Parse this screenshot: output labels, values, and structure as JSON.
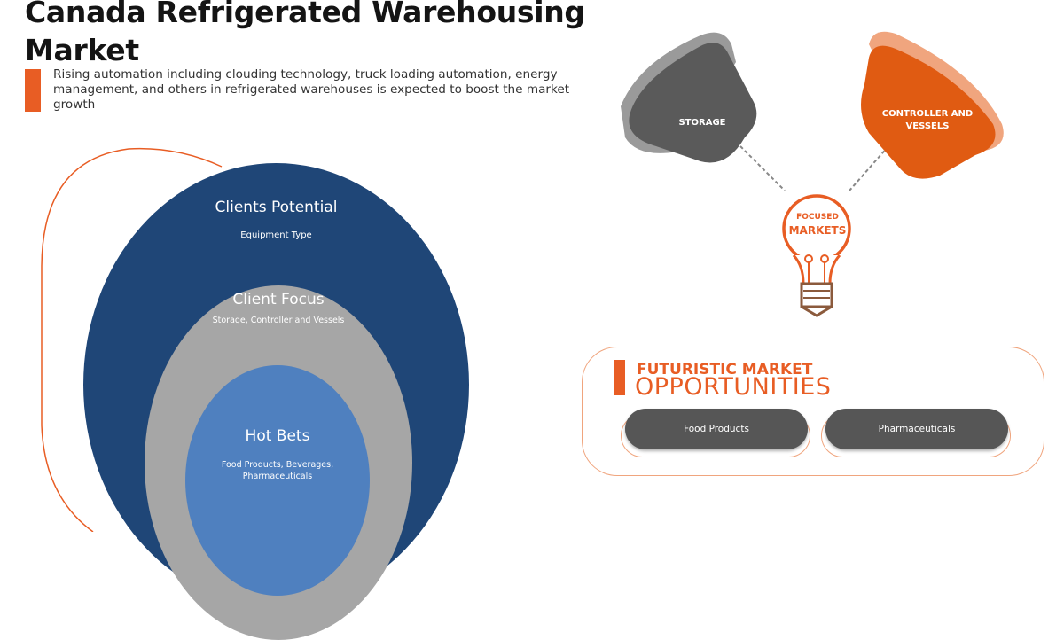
{
  "header": {
    "title": "Canada Refrigerated Warehousing Market",
    "subtitle": "Rising automation including clouding technology, truck loading automation, energy management, and others in refrigerated warehouses is expected to boost the market growth"
  },
  "circles": {
    "outer": {
      "title": "Clients Potential",
      "subtitle": "Equipment Type",
      "color": "#1f4677"
    },
    "middle": {
      "title": "Client Focus",
      "subtitle": "Storage, Controller and Vessels",
      "color": "#a6a6a6"
    },
    "inner": {
      "title": "Hot Bets",
      "subtitle": "Food Products, Beverages, Pharmaceuticals",
      "color": "#4f80bf"
    }
  },
  "focused_markets": {
    "bulb_line1": "FOCUSED",
    "bulb_line2": "MARKETS",
    "segments": [
      {
        "label": "STORAGE",
        "color": "#5a5a5a"
      },
      {
        "label": "CONTROLLER AND VESSELS",
        "color": "#e05b12"
      }
    ]
  },
  "opportunities": {
    "title_line1": "FUTURISTIC MARKET",
    "title_line2": "OPPORTUNITIES",
    "items": [
      "Food Products",
      "Pharmaceuticals"
    ]
  },
  "colors": {
    "accent": "#e85d24",
    "dark_gray": "#565656",
    "navy": "#1f4677"
  }
}
